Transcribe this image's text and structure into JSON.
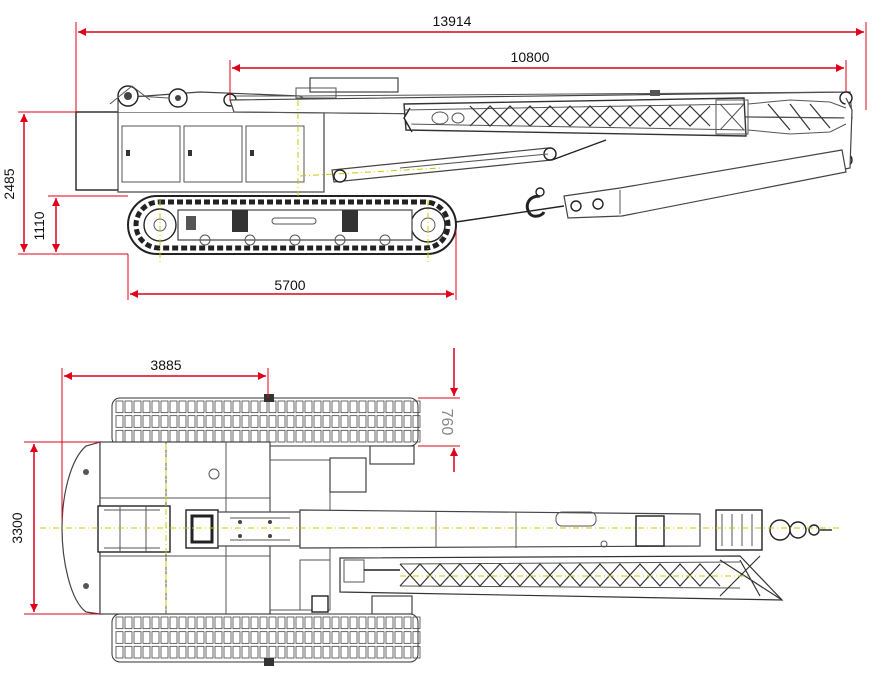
{
  "dimensions": {
    "overall_length": "13914",
    "boom_length": "10800",
    "height_upper": "2485",
    "height_lower": "1110",
    "track_length": "5700",
    "slew_radius": "3885",
    "track_width": "760",
    "overall_width": "3300"
  },
  "colors": {
    "dimension_line": "#e0001a",
    "outline": "#333333",
    "centerline": "#c8c800"
  }
}
